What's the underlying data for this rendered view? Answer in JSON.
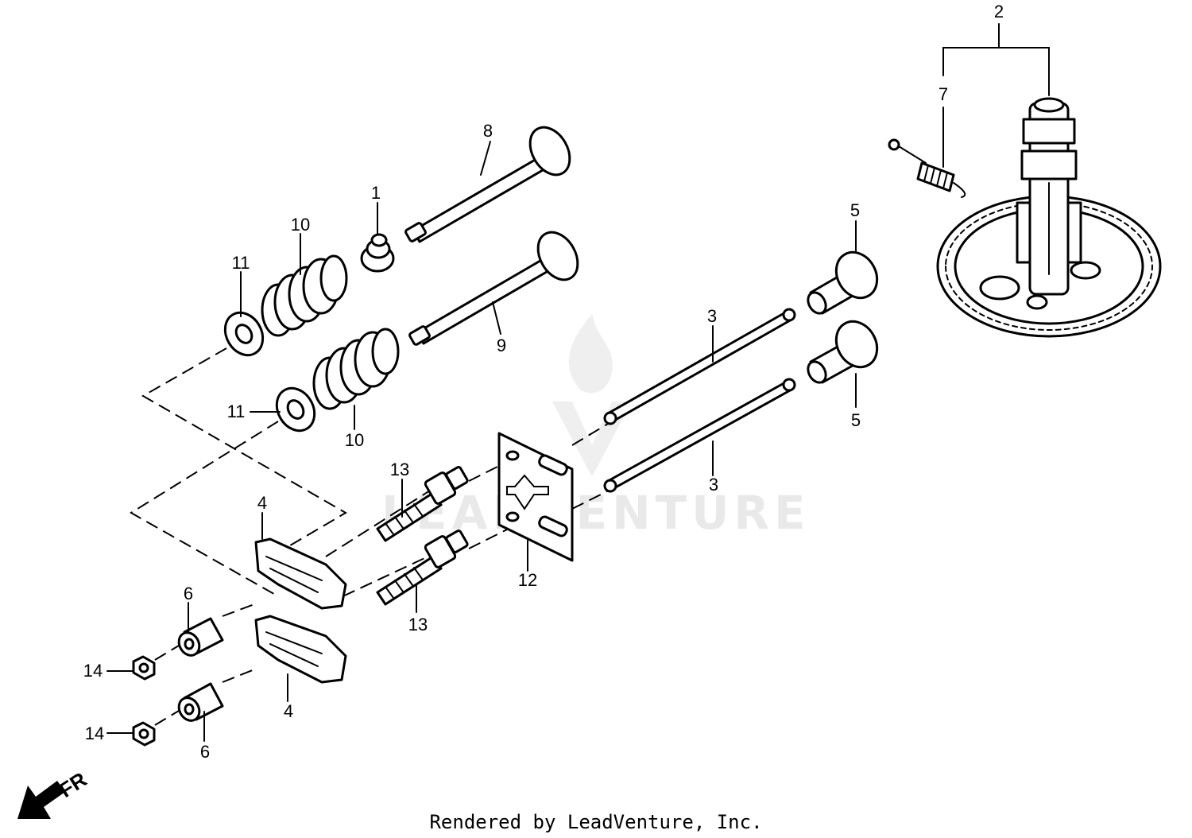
{
  "watermark": {
    "text": "LEADVENTURE"
  },
  "footer": {
    "text": "Rendered by LeadVenture, Inc."
  },
  "direction": {
    "label": "FR"
  },
  "callouts": {
    "c1": "1",
    "c2": "2",
    "c3a": "3",
    "c3b": "3",
    "c4a": "4",
    "c4b": "4",
    "c5a": "5",
    "c5b": "5",
    "c6a": "6",
    "c6b": "6",
    "c7": "7",
    "c8": "8",
    "c9": "9",
    "c10a": "10",
    "c10b": "10",
    "c11a": "11",
    "c11b": "11",
    "c12": "12",
    "c13a": "13",
    "c13b": "13",
    "c14a": "14",
    "c14b": "14"
  }
}
